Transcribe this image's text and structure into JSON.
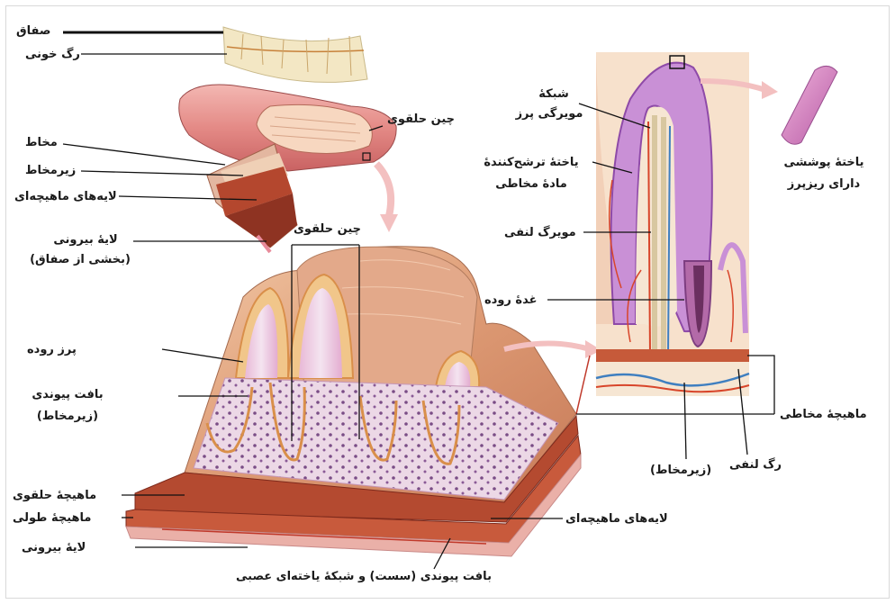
{
  "labels": {
    "mesentery": "صفاق",
    "blood_vessel": "رگ خونی",
    "mucosa": "مخاط",
    "submucosa": "زیرمخاط",
    "muscle_layers_top": "لایه‌های ماهیچه‌ای",
    "serosa_line1": "لایهٔ بیرونی",
    "serosa_line2": "(بخشی از صفاق)",
    "circular_fold_top": "چین حلقوی",
    "circular_fold_mid": "چین حلقوی",
    "villus": "پرز روده",
    "connective_line1": "بافت پیوندی",
    "connective_line2": "(زیرمخاط)",
    "circular_muscle": "ماهیچهٔ حلقوی",
    "longitudinal_muscle": "ماهیچهٔ طولی",
    "outer_layer": "لایهٔ بیرونی",
    "muscle_layers_bottom": "لایه‌های ماهیچه‌ای",
    "loose_connective": "بافت پیوندی (سست) و شبکهٔ یاخته‌ای عصبی",
    "capillary_line1": "شبکهٔ",
    "capillary_line2": "مویرگی پرز",
    "secreting_line1": "یاختهٔ ترشح‌کنندهٔ",
    "secreting_line2": "مادهٔ مخاطی",
    "lacteal": "مویرگ لنفی",
    "intestinal_gland": "غدهٔ روده",
    "epithelial_line1": "یاختهٔ پوششی",
    "epithelial_line2": "دارای ریزپرز",
    "muscularis_mucosae": "ماهیچهٔ مخاطی",
    "lymph_vessel": "رگ لنفی",
    "submucosa_right": "(زیرمخاط)"
  },
  "colors": {
    "tissue": "#d9906e",
    "tissue_light": "#f0c7a8",
    "muscle": "#a8402c",
    "muscle_dark": "#7e2a1c",
    "epithelium": "#e8b06a",
    "purple": "#c070c0",
    "artery": "#d8452a",
    "vein": "#3f7fc0",
    "pink_outer": "#e07d8c"
  }
}
